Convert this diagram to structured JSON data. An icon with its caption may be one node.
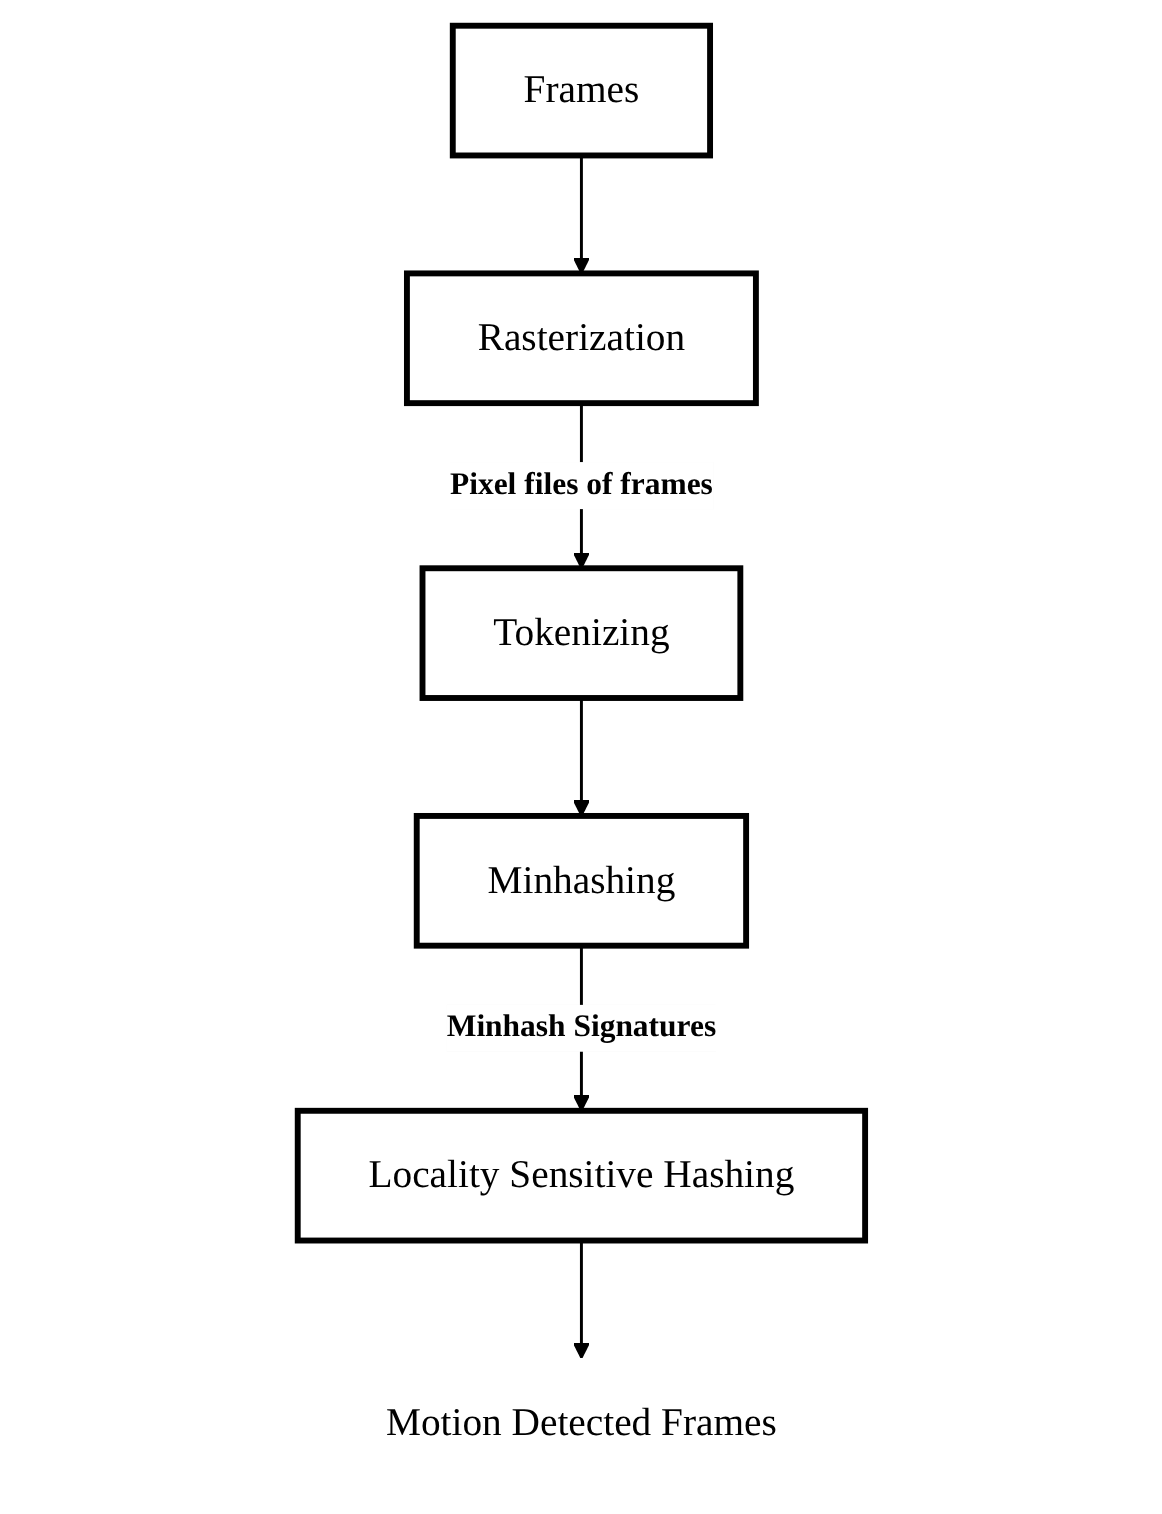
{
  "diagram": {
    "nodes": [
      {
        "text": [
          "Frames"
        ]
      },
      {
        "text": [
          "Rasterization"
        ]
      },
      {
        "text": [
          "Tokenizing"
        ]
      },
      {
        "text": [
          "Minhashing"
        ]
      },
      {
        "text": [
          "Locality Sensitive Hashing"
        ]
      },
      {
        "text": [
          "Motion Detected Frames"
        ]
      }
    ],
    "edges": [
      {
        "from": 0,
        "to": 1,
        "arrow": "to"
      },
      {
        "from": 1,
        "to": 2,
        "arrow": "to",
        "label": "Pixel files of frames"
      },
      {
        "from": 2,
        "to": 3,
        "arrow": "to"
      },
      {
        "from": 3,
        "to": 4,
        "arrow": "to",
        "label": "Minhash Signatures"
      },
      {
        "from": 4,
        "to": 5,
        "arrow": "to"
      }
    ]
  }
}
